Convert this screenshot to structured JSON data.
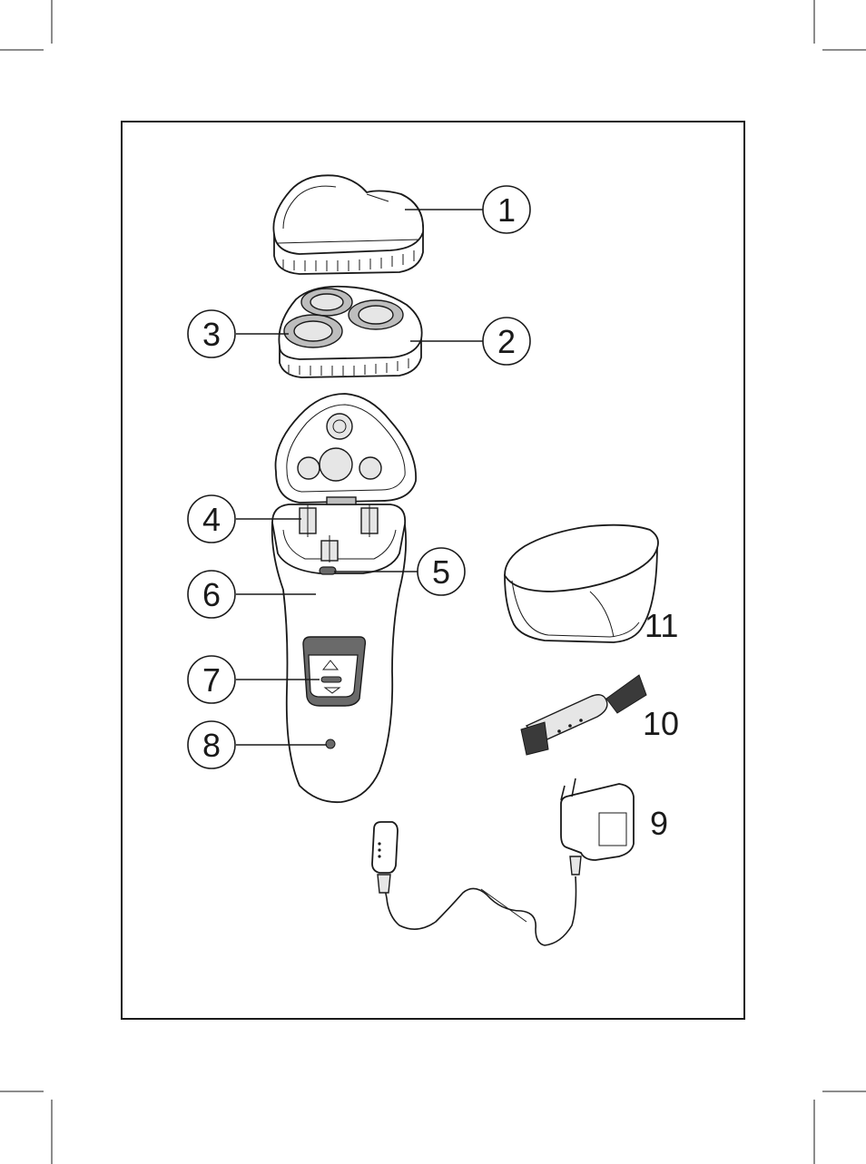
{
  "callouts": [
    {
      "id": "1",
      "label": "1"
    },
    {
      "id": "2",
      "label": "2"
    },
    {
      "id": "3",
      "label": "3"
    },
    {
      "id": "4",
      "label": "4"
    },
    {
      "id": "5",
      "label": "5"
    },
    {
      "id": "6",
      "label": "6"
    },
    {
      "id": "7",
      "label": "7"
    },
    {
      "id": "8",
      "label": "8"
    }
  ],
  "plain_labels": [
    {
      "id": "9",
      "label": "9"
    },
    {
      "id": "10",
      "label": "10"
    },
    {
      "id": "11",
      "label": "11"
    }
  ],
  "colors": {
    "line": "#1a1a1a",
    "shade": "#bdbdbd",
    "dark": "#6a6a6a"
  }
}
